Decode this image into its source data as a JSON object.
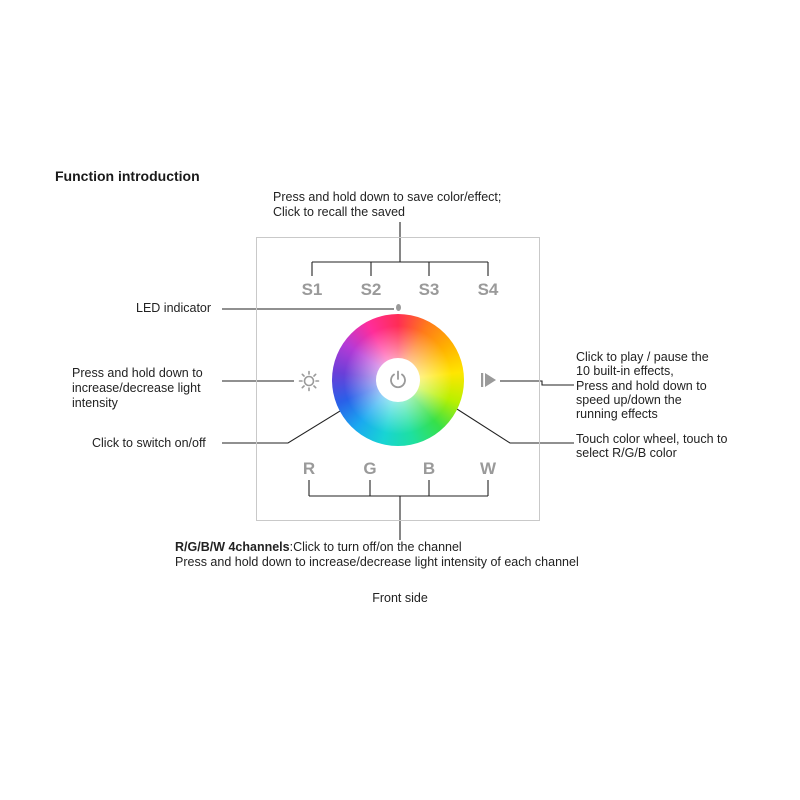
{
  "title": "Function introduction",
  "scene_keys": {
    "top_note_line1": "Press and hold down to save color/effect;",
    "top_note_line2": "Click to recall the saved",
    "keys": [
      "S1",
      "S2",
      "S3",
      "S4"
    ]
  },
  "led": {
    "label": "LED indicator"
  },
  "brightness": {
    "line1": "Press and hold down to",
    "line2": "increase/decrease light",
    "line3": "intensity"
  },
  "power": {
    "label": "Click to switch on/off"
  },
  "play": {
    "line1": "Click to play / pause the",
    "line2": "10 built-in effects,",
    "line3": "Press and hold down to",
    "line4": "speed up/down the",
    "line5": "running effects"
  },
  "wheel": {
    "line1": "Touch color wheel, touch to",
    "line2": "select R/G/B color"
  },
  "channels": {
    "keys": [
      "R",
      "G",
      "B",
      "W"
    ],
    "note_bold": "R/G/B/W 4channels",
    "note_rest": ":Click to turn off/on the channel",
    "note_line2": "Press and hold down to increase/decrease light intensity of each channel"
  },
  "caption": "Front side",
  "colors": {
    "panel_border": "#c9c9c9",
    "key_gray": "#9a9a9a",
    "line": "#222222"
  }
}
